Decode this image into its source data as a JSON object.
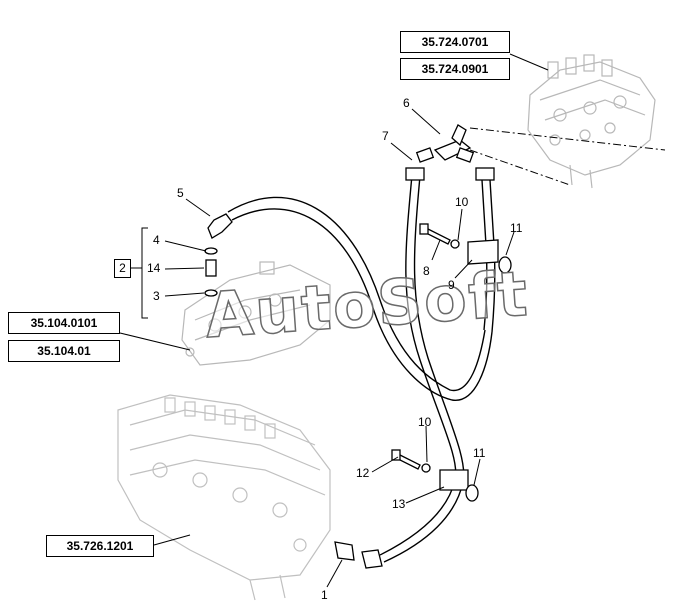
{
  "references": {
    "top_1": "35.724.0701",
    "top_2": "35.724.0901",
    "left_1": "35.104.0101",
    "left_2": "35.104.01",
    "bottom": "35.726.1201"
  },
  "group_label": "2",
  "callouts": {
    "c1": "1",
    "c3": "3",
    "c4": "4",
    "c5": "5",
    "c6": "6",
    "c7": "7",
    "c8": "8",
    "c9": "9",
    "c10a": "10",
    "c10b": "10",
    "c11a": "11",
    "c11b": "11",
    "c12": "12",
    "c13": "13",
    "c14": "14"
  },
  "watermark": "AutoSoft"
}
